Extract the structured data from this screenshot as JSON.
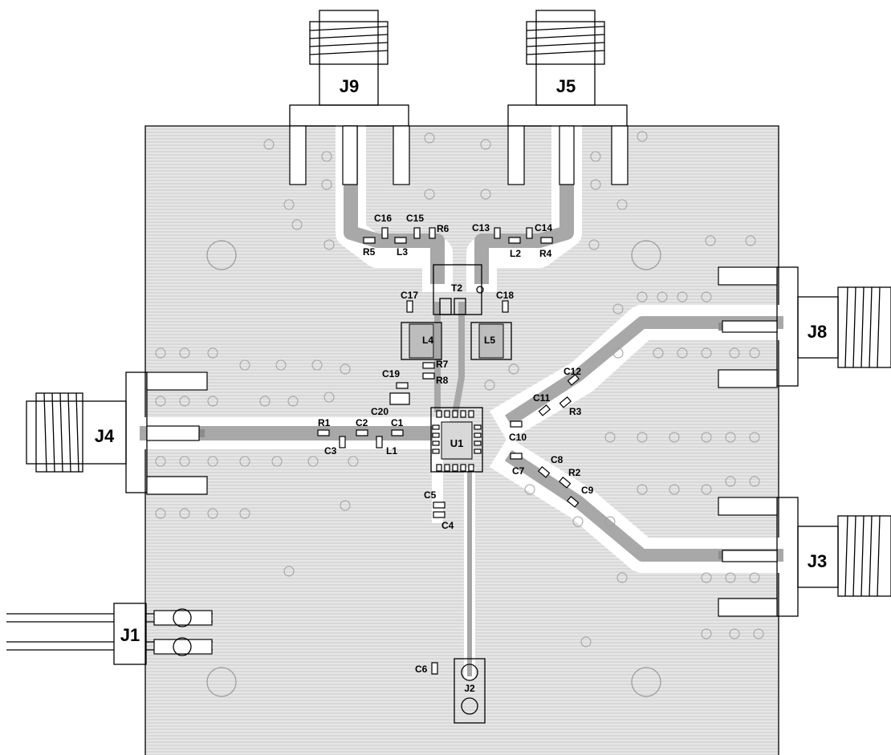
{
  "connectors": {
    "j1": "J1",
    "j2": "J2",
    "j3": "J3",
    "j4": "J4",
    "j5": "J5",
    "j8": "J8",
    "j9": "J9"
  },
  "components": {
    "u1": "U1",
    "t2": "T2",
    "l1": "L1",
    "l2": "L2",
    "l3": "L3",
    "l4": "L4",
    "l5": "L5",
    "r1": "R1",
    "r2": "R2",
    "r3": "R3",
    "r4": "R4",
    "r5": "R5",
    "r6": "R6",
    "r7": "R7",
    "r8": "R8",
    "c1": "C1",
    "c2": "C2",
    "c3": "C3",
    "c4": "C4",
    "c5": "C5",
    "c6": "C6",
    "c7": "C7",
    "c8": "C8",
    "c9": "C9",
    "c10": "C10",
    "c11": "C11",
    "c12": "C12",
    "c13": "C13",
    "c14": "C14",
    "c15": "C15",
    "c16": "C16",
    "c17": "C17",
    "c18": "C18",
    "c19": "C19",
    "c20": "C20"
  },
  "colors": {
    "ground_plane": "#e2e2e2",
    "hatch_line": "#cfcfcf",
    "trace": "#a8a8a8",
    "ink": "#000000",
    "background": "#ffffff"
  }
}
